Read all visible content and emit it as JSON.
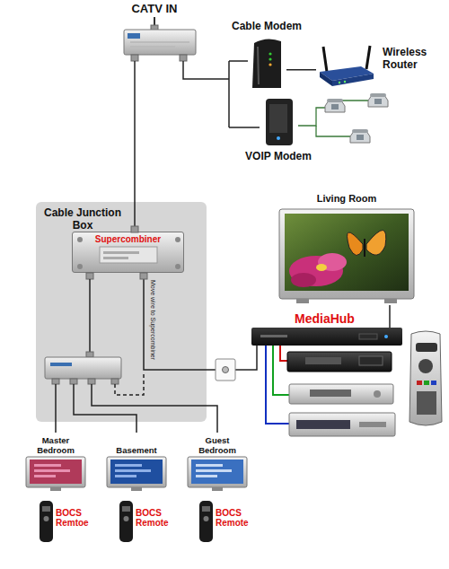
{
  "diagram": {
    "nodes": [
      {
        "text": [
          "Cable Modem"
        ]
      },
      {
        "text": [
          "Wireless Router"
        ]
      },
      {
        "text": [
          "VOIP Modem"
        ]
      },
      {
        "text": [
          "Cable Junction Box"
        ]
      },
      {
        "text": [
          "Supercombiner"
        ],
        "in": 3
      },
      {
        "text": [
          "Living Room"
        ]
      },
      {
        "text": [
          "MediaHub"
        ]
      },
      {
        "text": [
          "Master Bedroom"
        ]
      },
      {
        "text": [
          "Basement"
        ]
      },
      {
        "text": [
          "Guest Bedroom"
        ]
      }
    ],
    "edges": [
      {
        "from": 0,
        "to": 1,
        "arrow": "none"
      },
      {
        "from": 4,
        "to": 6,
        "arrow": "none"
      },
      {
        "from": 6,
        "to": 5,
        "arrow": "none"
      }
    ],
    "labels": [
      "CATV IN",
      "Move wire to Supercombiner",
      "BOCS Remtoe",
      "BOCS Remote",
      "BOCS Remote"
    ]
  }
}
